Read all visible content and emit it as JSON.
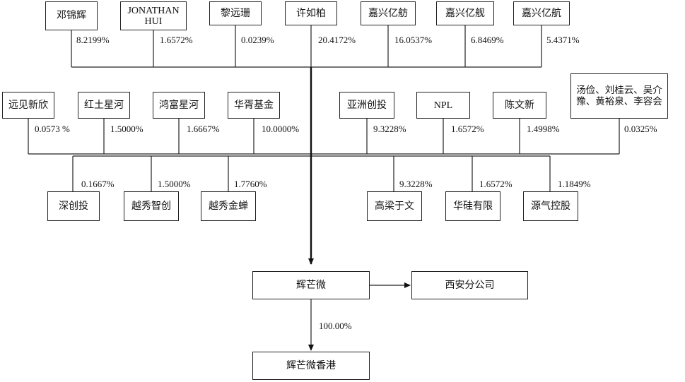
{
  "top_shareholders": [
    {
      "name": "邓锦辉",
      "pct": "8.2199%"
    },
    {
      "name": "JONATHAN HUI",
      "pct": "1.6572%"
    },
    {
      "name": "黎远珊",
      "pct": "0.0239%"
    },
    {
      "name": "许如柏",
      "pct": "20.4172%"
    },
    {
      "name": "嘉兴亿舫",
      "pct": "16.0537%"
    },
    {
      "name": "嘉兴亿舰",
      "pct": "6.8469%"
    },
    {
      "name": "嘉兴亿航",
      "pct": "5.4371%"
    }
  ],
  "middle_shareholders": [
    {
      "name": "远见新欣",
      "pct": "0.0573 %"
    },
    {
      "name": "红土星河",
      "pct": "1.5000%"
    },
    {
      "name": "鸿富星河",
      "pct": "1.6667%"
    },
    {
      "name": "华胥基金",
      "pct": "10.0000%"
    },
    {
      "name": "亚洲创投",
      "pct": "9.3228%"
    },
    {
      "name": "NPL",
      "pct": "1.6572%"
    },
    {
      "name": "陈文新",
      "pct": "1.4998%"
    },
    {
      "name": "汤俭、刘桂云、吴介豫、黄裕泉、李容会",
      "pct": "0.0325%"
    }
  ],
  "lower_shareholders": [
    {
      "name": "深创投",
      "pct": "0.1667%"
    },
    {
      "name": "越秀智创",
      "pct": "1.5000%"
    },
    {
      "name": "越秀金蝉",
      "pct": "1.7760%"
    },
    {
      "name": "高梁于文",
      "pct": "9.3228%"
    },
    {
      "name": "华硅有限",
      "pct": "1.6572%"
    },
    {
      "name": "源气控股",
      "pct": "1.1849%"
    }
  ],
  "company": {
    "name": "辉芒微"
  },
  "branch": {
    "name": "西安分公司"
  },
  "subsidiary": {
    "name": "辉芒微香港",
    "pct": "100.00%"
  }
}
